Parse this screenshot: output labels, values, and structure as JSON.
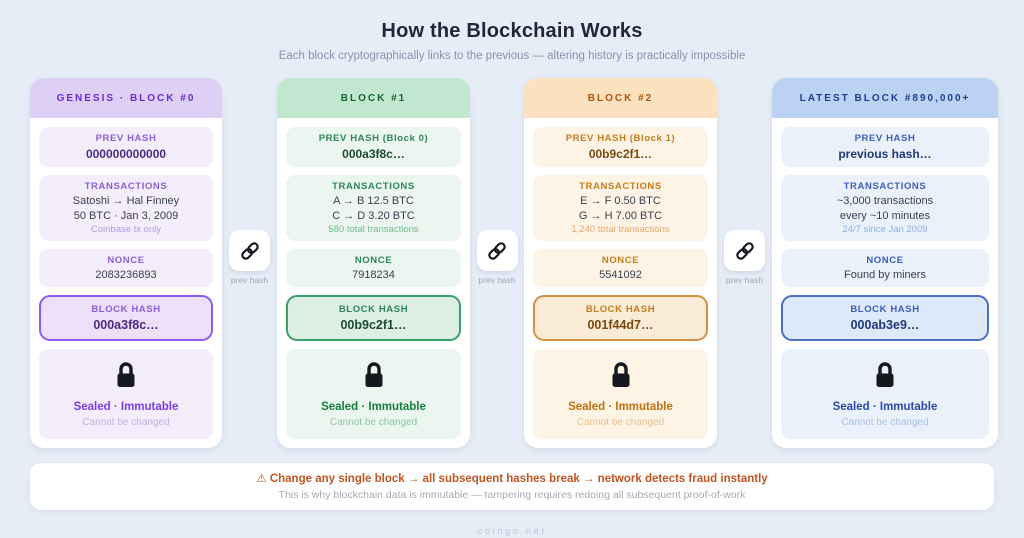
{
  "title": "How the Blockchain Works",
  "subtitle": "Each block cryptographically links to the previous — altering history is practically impossible",
  "connector_label": "prev hash",
  "blocks": [
    {
      "header": "GENESIS · BLOCK #0",
      "prev_hash_label": "PREV HASH",
      "prev_hash_value": "000000000000",
      "tx_label": "TRANSACTIONS",
      "tx_line1": "Satoshi → Hal Finney",
      "tx_line2": "50 BTC · Jan 3, 2009",
      "tx_note": "Coinbase tx only",
      "nonce_label": "NONCE",
      "nonce_value": "2083236893",
      "hash_label": "BLOCK HASH",
      "hash_value": "000a3f8c…",
      "sealed": "Sealed · Immutable",
      "cannot": "Cannot be changed"
    },
    {
      "header": "BLOCK #1",
      "prev_hash_label": "PREV HASH (Block 0)",
      "prev_hash_value": "000a3f8c…",
      "tx_label": "TRANSACTIONS",
      "tx_line1": "A → B 12.5 BTC",
      "tx_line2": "C → D 3.20 BTC",
      "tx_note": "580 total transactions",
      "nonce_label": "NONCE",
      "nonce_value": "7918234",
      "hash_label": "BLOCK HASH",
      "hash_value": "00b9c2f1…",
      "sealed": "Sealed · Immutable",
      "cannot": "Cannot be changed"
    },
    {
      "header": "BLOCK #2",
      "prev_hash_label": "PREV HASH (Block 1)",
      "prev_hash_value": "00b9c2f1…",
      "tx_label": "TRANSACTIONS",
      "tx_line1": "E → F 0.50 BTC",
      "tx_line2": "G → H 7.00 BTC",
      "tx_note": "1,240 total transactions",
      "nonce_label": "NONCE",
      "nonce_value": "5541092",
      "hash_label": "BLOCK HASH",
      "hash_value": "001f44d7…",
      "sealed": "Sealed · Immutable",
      "cannot": "Cannot be changed"
    },
    {
      "header": "LATEST BLOCK #890,000+",
      "prev_hash_label": "PREV HASH",
      "prev_hash_value": "previous hash…",
      "tx_label": "TRANSACTIONS",
      "tx_line1": "~3,000 transactions",
      "tx_line2": "every ~10 minutes",
      "tx_note": "24/7 since Jan 2009",
      "nonce_label": "NONCE",
      "nonce_value": "Found by miners",
      "hash_label": "BLOCK HASH",
      "hash_value": "000ab3e9…",
      "sealed": "Sealed · Immutable",
      "cannot": "Cannot be changed"
    }
  ],
  "warning": {
    "line1": "⚠ Change any single block → all subsequent hashes break → network detects fraud instantly",
    "line2": "This is why blockchain data is immutable — tampering requires redoing all subsequent proof-of-work"
  },
  "footer": "coingo.net",
  "colors": {
    "background": "#e7edf6",
    "purple_accent": "#7c3aed",
    "green_accent": "#15803d",
    "orange_accent": "#c2710c",
    "blue_accent": "#1e3f8f",
    "warning_text": "#c05621"
  }
}
